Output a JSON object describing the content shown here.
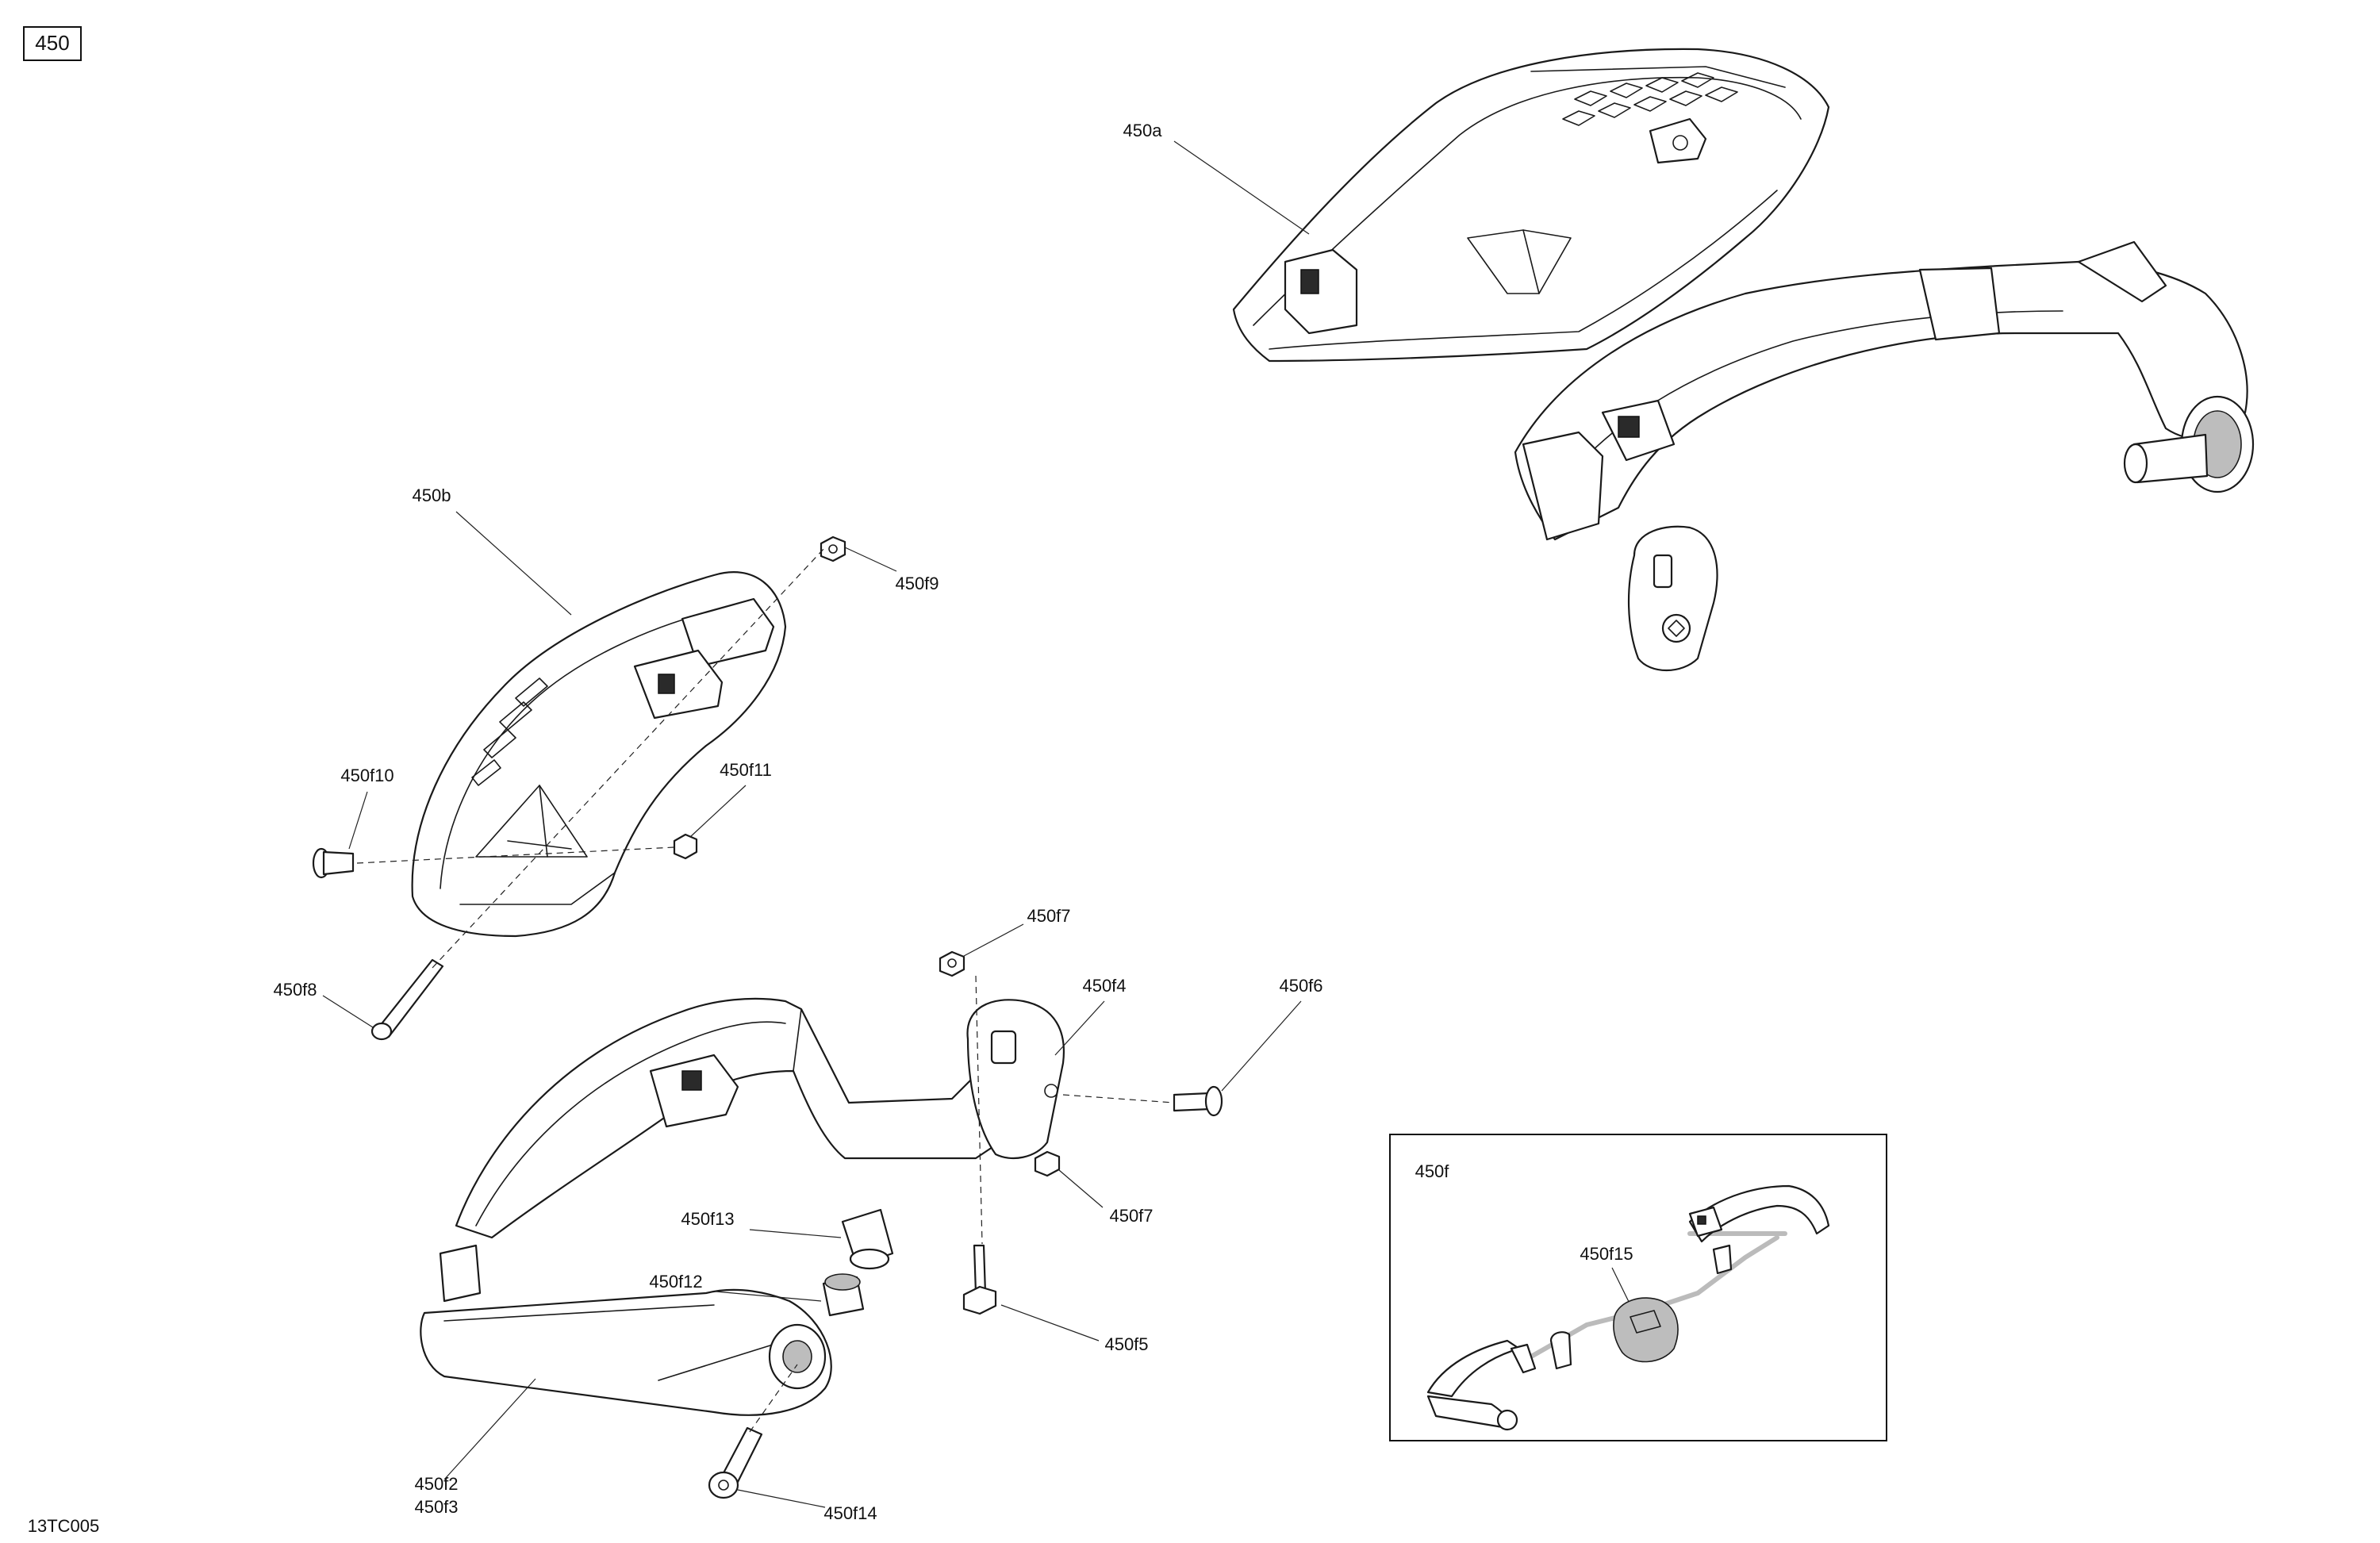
{
  "diagram": {
    "group_label": "450",
    "drawing_code": "13TC005",
    "callouts": {
      "c450a": "450a",
      "c450b": "450b",
      "c450f9": "450f9",
      "c450f10": "450f10",
      "c450f11": "450f11",
      "c450f8": "450f8",
      "c450f7_top": "450f7",
      "c450f4": "450f4",
      "c450f6": "450f6",
      "c450f7_bottom": "450f7",
      "c450f13": "450f13",
      "c450f12": "450f12",
      "c450f5": "450f5",
      "c450f2": "450f2",
      "c450f3": "450f3",
      "c450f14": "450f14"
    },
    "inset": {
      "label": "450f",
      "callout_450f15": "450f15"
    }
  }
}
